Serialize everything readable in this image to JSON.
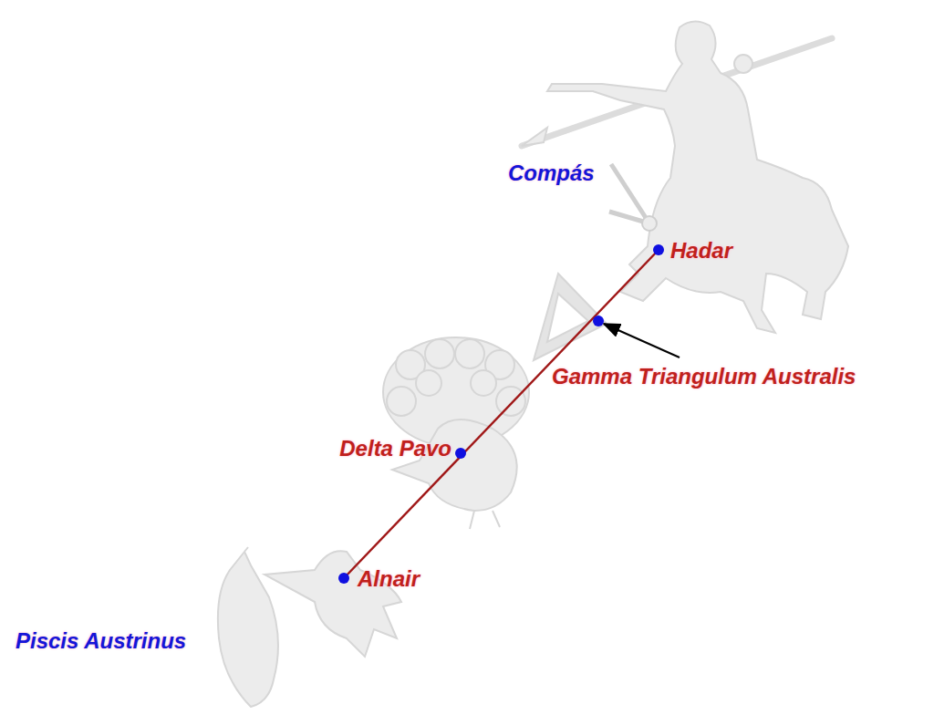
{
  "diagram": {
    "labels": [
      "Compás",
      "Hadar",
      "Gamma Triangulum Australis",
      "Delta Pavo",
      "Alnair",
      "Piscis Austrinus"
    ]
  }
}
